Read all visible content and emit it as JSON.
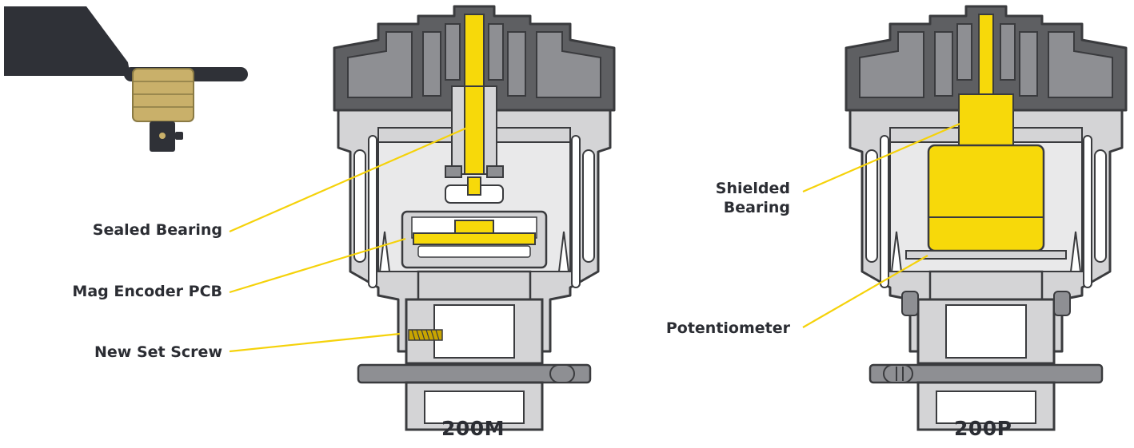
{
  "colors": {
    "housing_dark": "#5e5f62",
    "housing_mid": "#8e8f93",
    "housing_light": "#d4d4d6",
    "outline": "#3a3b3e",
    "highlight": "#f7d90a",
    "leader": "#f5d20a",
    "vane_dark": "#2f3137",
    "vane_brass": "#c9b06a",
    "text": "#2b2d33"
  },
  "left_unit": {
    "model": "200M",
    "callouts": {
      "sealed_bearing": "Sealed Bearing",
      "mag_encoder": "Mag Encoder PCB",
      "set_screw": "New Set Screw"
    }
  },
  "right_unit": {
    "model": "200P",
    "callouts": {
      "shielded_bearing_line1": "Shielded",
      "shielded_bearing_line2": "Bearing",
      "potentiometer": "Potentiometer"
    }
  },
  "icons": {
    "wind_vane": "wind-vane-icon"
  }
}
